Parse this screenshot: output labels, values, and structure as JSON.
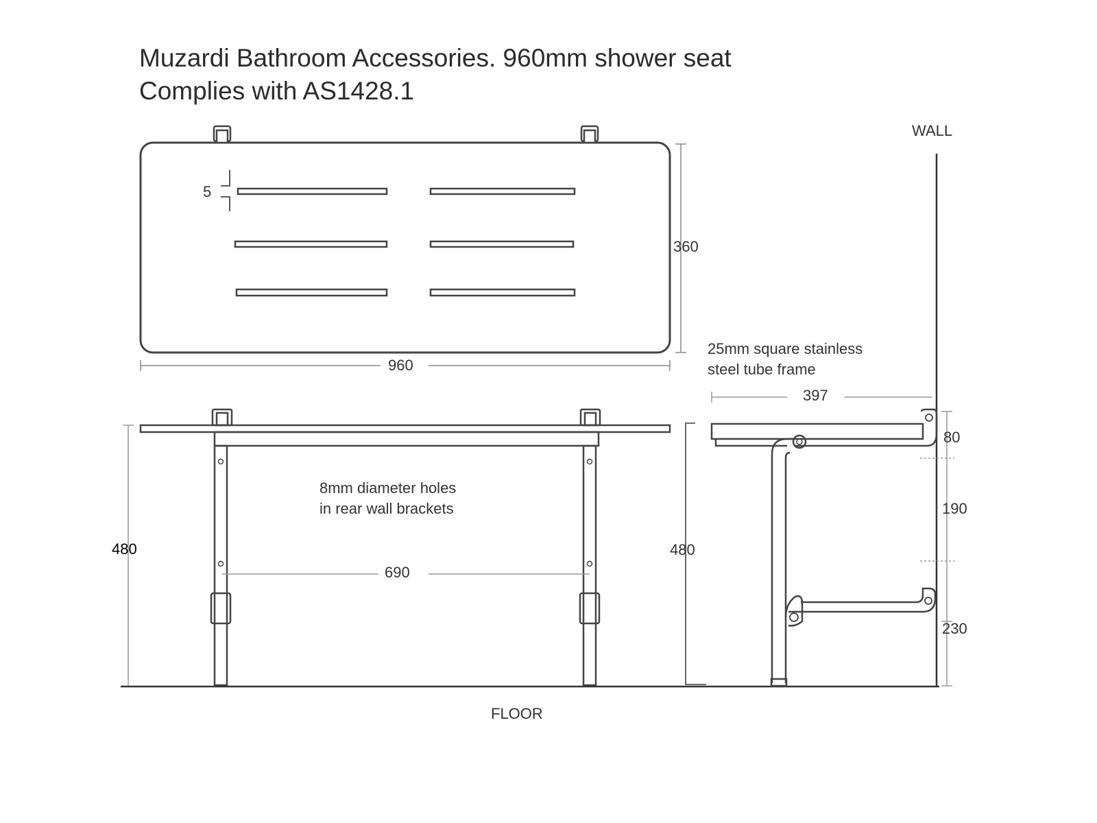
{
  "title": {
    "line1": "Muzardi Bathroom Accessories. 960mm shower seat",
    "line2": "Complies with AS1428.1"
  },
  "labels": {
    "wall": "WALL",
    "floor": "FLOOR",
    "frame_note_1": "25mm square stainless",
    "frame_note_2": "steel tube frame",
    "holes_note_1": "8mm diameter holes",
    "holes_note_2": "in rear wall brackets"
  },
  "dimensions": {
    "slot_gap": "5",
    "seat_depth": "360",
    "seat_width": "960",
    "front_height": "480",
    "bracket_spacing": "690",
    "side_height": "480",
    "side_depth": "397",
    "bracket_top": "80",
    "bracket_mid": "190",
    "bracket_low": "230"
  }
}
